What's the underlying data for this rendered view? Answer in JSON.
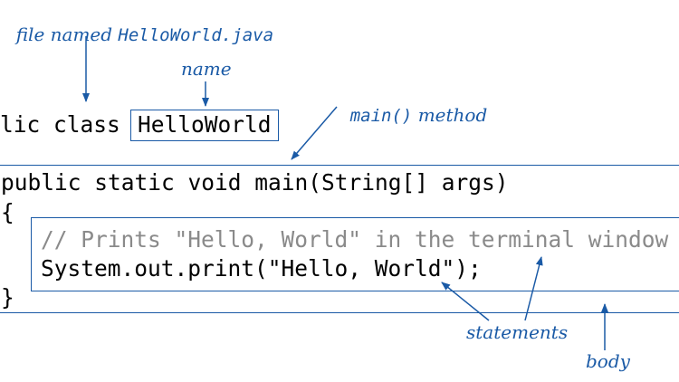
{
  "annotations": {
    "file_label_prefix": "file named ",
    "file_label_filename": "HelloWorld.java",
    "name_label": "name",
    "main_label_code": "main()",
    "main_label_text": " method",
    "statements_label": "statements",
    "body_label": "body"
  },
  "code": {
    "class_line_prefix": "lic class",
    "class_name": "HelloWorld",
    "main_signature": "public static void main(String[] args)",
    "open_brace": "{",
    "comment": "// Prints \"Hello, World\" in the terminal window",
    "print_statement": "System.out.print(\"Hello, World\");",
    "close_brace": "}"
  },
  "colors": {
    "annotation": "#1a5aa6",
    "code": "#000000",
    "comment": "#8a8a8a"
  }
}
